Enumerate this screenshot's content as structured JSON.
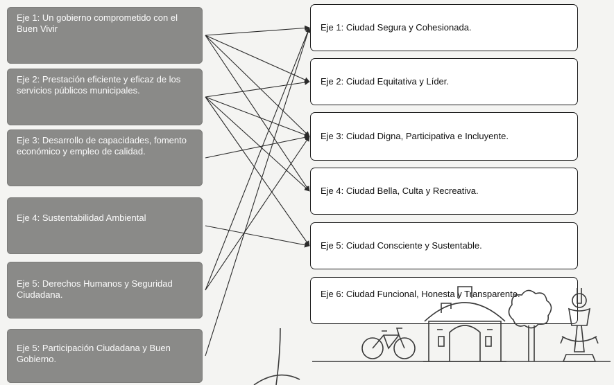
{
  "left_axes": [
    {
      "label": "Eje 1: Un gobierno comprometido con el Buen Vivir"
    },
    {
      "label": "Eje 2: Prestación eficiente y eficaz de los servicios públicos municipales."
    },
    {
      "label": "Eje 3: Desarrollo de capacidades, fomento económico y empleo de calidad."
    },
    {
      "label": "Eje 4: Sustentabilidad Ambiental"
    },
    {
      "label": "Eje 5: Derechos Humanos y Seguridad Ciudadana."
    },
    {
      "label": "Eje 5: Participación Ciudadana y Buen Gobierno."
    }
  ],
  "right_axes": [
    {
      "label": "Eje 1: Ciudad Segura y Cohesionada."
    },
    {
      "label": "Eje 2: Ciudad Equitativa y Líder."
    },
    {
      "label": "Eje 3: Ciudad Digna, Participativa e Incluyente."
    },
    {
      "label": "Eje 4: Ciudad Bella, Culta y Recreativa."
    },
    {
      "label": "Eje 5: Ciudad Consciente y Sustentable."
    },
    {
      "label": "Eje 6: Ciudad Funcional, Honesta y Transparente."
    }
  ],
  "connections": [
    [
      0,
      0
    ],
    [
      0,
      1
    ],
    [
      0,
      2
    ],
    [
      0,
      3
    ],
    [
      1,
      1
    ],
    [
      1,
      2
    ],
    [
      1,
      3
    ],
    [
      1,
      4
    ],
    [
      2,
      2
    ],
    [
      3,
      4
    ],
    [
      4,
      0
    ],
    [
      4,
      2
    ],
    [
      5,
      0
    ]
  ],
  "colors": {
    "left_fill": "#8a8a88",
    "right_border": "#1c1c1c",
    "arrow": "#2a2a2a"
  }
}
